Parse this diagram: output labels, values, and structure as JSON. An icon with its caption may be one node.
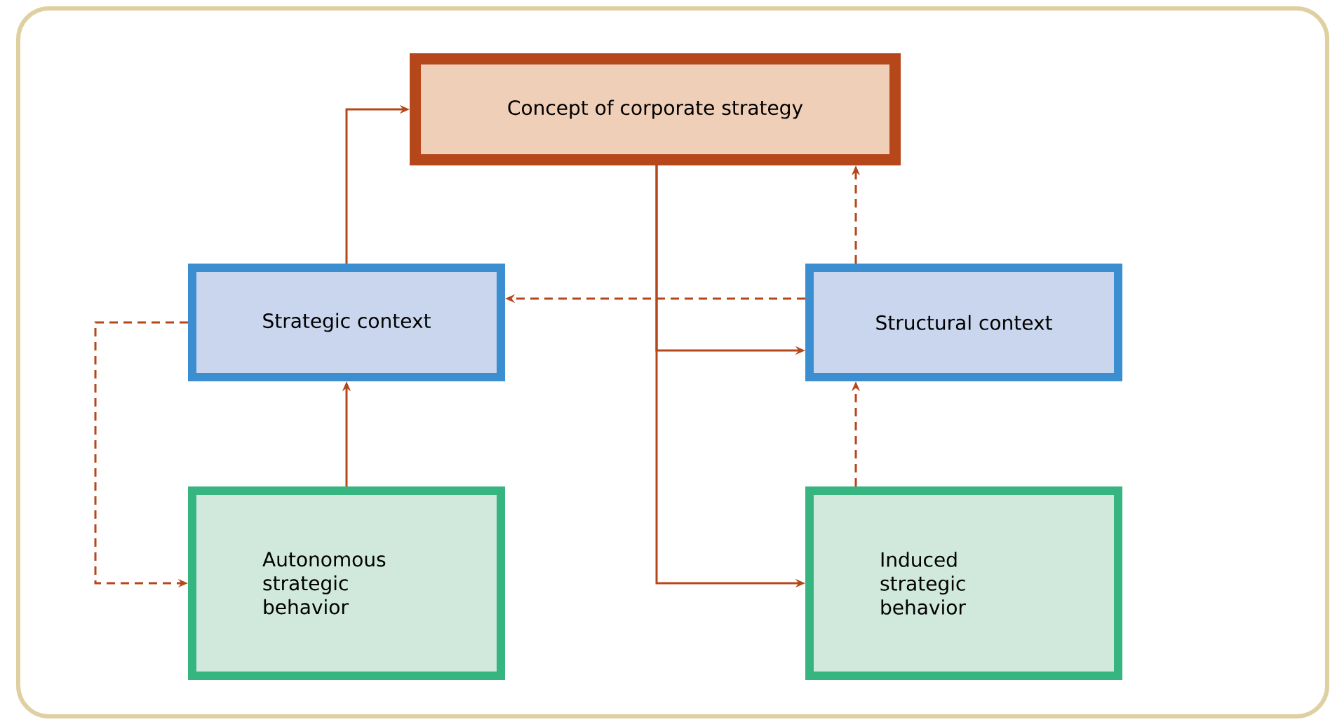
{
  "diagram": {
    "nodes": [
      {
        "text": [
          "Concept of corporate strategy"
        ]
      },
      {
        "text": [
          "Strategic context"
        ]
      },
      {
        "text": [
          "Structural context"
        ]
      },
      {
        "text": [
          "Autonomous strategic behavior"
        ]
      },
      {
        "text": [
          "Induced strategic behavior"
        ]
      }
    ],
    "edges": [
      {
        "from": 1,
        "to": 0,
        "arrow": "to"
      },
      {
        "from": 2,
        "to": 0,
        "arrow": "to",
        "style": "dashed"
      },
      {
        "from": 2,
        "to": 1,
        "arrow": "to",
        "style": "dashed"
      },
      {
        "from": 1,
        "to": 3,
        "arrow": "to",
        "style": "dashed"
      },
      {
        "from": 3,
        "to": 1,
        "arrow": "to"
      },
      {
        "from": 4,
        "to": 2,
        "arrow": "to",
        "style": "dashed"
      },
      {
        "from": 0,
        "to": 2,
        "arrow": "to"
      },
      {
        "from": 0,
        "to": 4,
        "arrow": "to"
      }
    ]
  }
}
